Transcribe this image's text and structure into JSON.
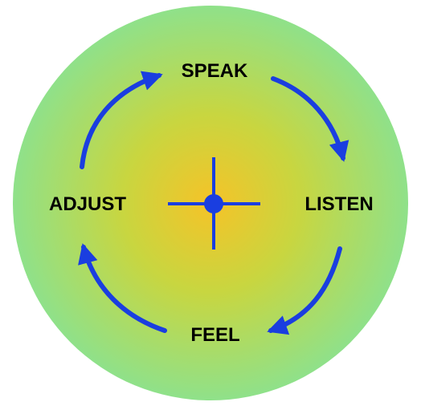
{
  "cycle": {
    "steps": [
      {
        "label": "SPEAK"
      },
      {
        "label": "LISTEN"
      },
      {
        "label": "FEEL"
      },
      {
        "label": "ADJUST"
      }
    ]
  },
  "icons": {
    "center": "crosshair-icon"
  },
  "colors": {
    "disc_center": "#f5c328",
    "disc_mid": "#c8d640",
    "disc_edge": "#8fe18a",
    "arrow": "#1a3ee0",
    "crosshair": "#1a3ee0",
    "label": "#000000"
  }
}
